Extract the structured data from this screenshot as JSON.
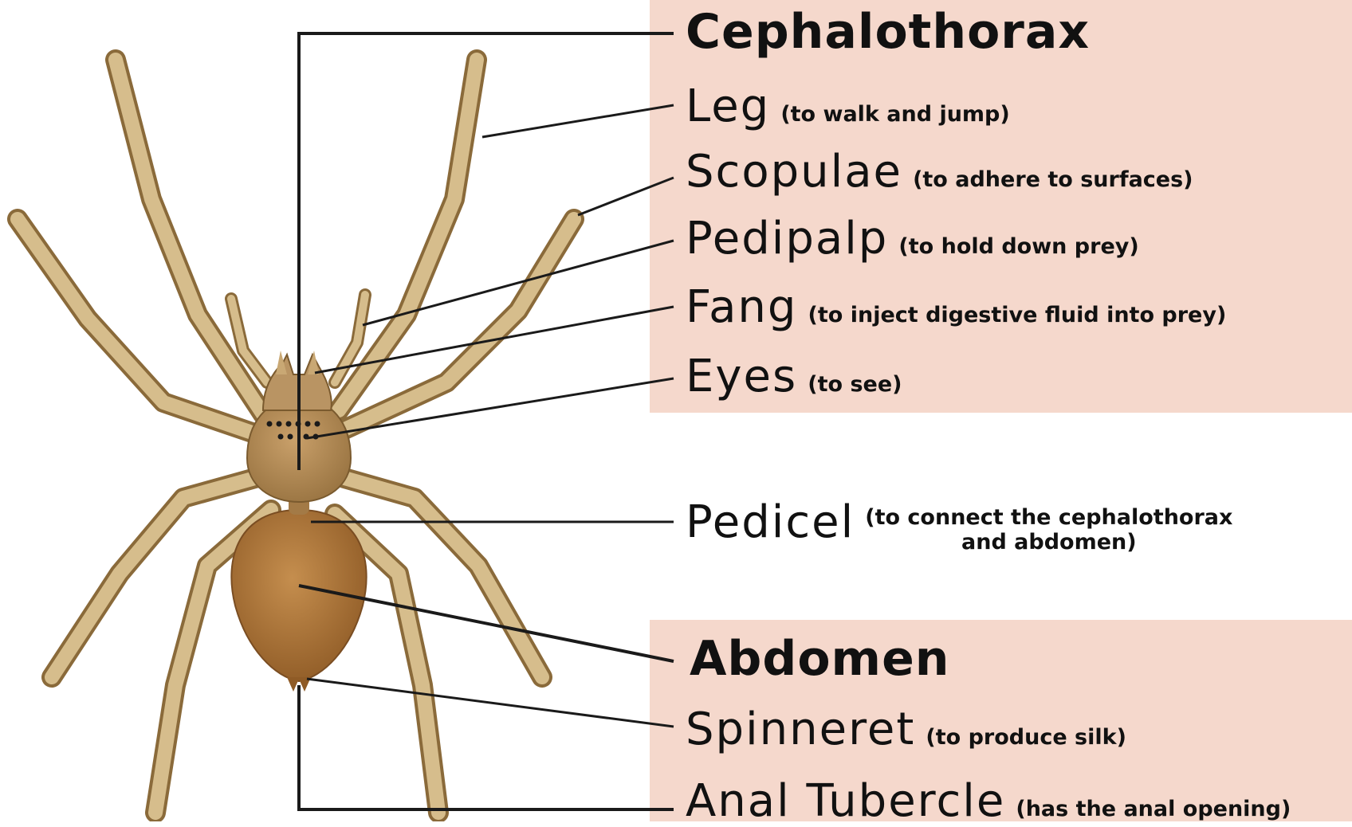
{
  "colors": {
    "panel": "#f5d8cc",
    "leg_fill": "#d2b98a",
    "leg_stroke": "#8a6a3a",
    "body_fill": "#b58a4e",
    "abdomen_fill": "#b57a3c",
    "leader": "#1a1a1a"
  },
  "labels": {
    "cephalothorax": {
      "name": "Cephalothorax",
      "desc": ""
    },
    "leg": {
      "name": "Leg",
      "desc": "(to walk and jump)"
    },
    "scopulae": {
      "name": "Scopulae",
      "desc": "(to adhere to surfaces)"
    },
    "pedipalp": {
      "name": "Pedipalp",
      "desc": "(to hold down prey)"
    },
    "fang": {
      "name": "Fang",
      "desc": "(to inject digestive fluid into prey)"
    },
    "eyes": {
      "name": "Eyes",
      "desc": "(to see)"
    },
    "pedicel": {
      "name": "Pedicel",
      "desc": "(to connect the cephalothorax\nand abdomen)"
    },
    "abdomen": {
      "name": "Abdomen",
      "desc": ""
    },
    "spinneret": {
      "name": "Spinneret",
      "desc": "(to produce silk)"
    },
    "anal_tubercle": {
      "name": "Anal Tubercle",
      "desc": "(has the anal opening)"
    }
  }
}
